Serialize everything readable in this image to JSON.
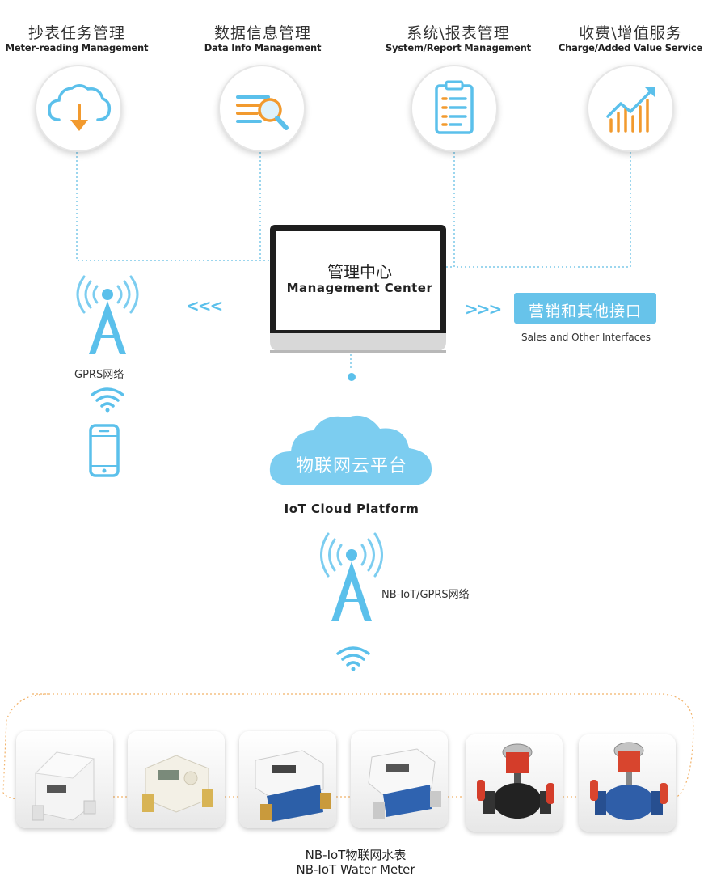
{
  "modules": [
    {
      "zh": "抄表任务管理",
      "en": "Meter-reading Management",
      "icon": "cloud-download-icon"
    },
    {
      "zh": "数据信息管理",
      "en": "Data Info Management",
      "icon": "data-search-icon"
    },
    {
      "zh": "系统\\报表管理",
      "en": "System/Report Management",
      "icon": "clipboard-report-icon"
    },
    {
      "zh": "收费\\增值服务",
      "en": "Charge/Added Value Service",
      "icon": "growth-chart-icon"
    }
  ],
  "center": {
    "zh": "管理中心",
    "en": "Management Center"
  },
  "left_arrows": "<<<",
  "right_arrows": ">>>",
  "interface": {
    "zh": "营销和其他接口",
    "en": "Sales and Other Interfaces"
  },
  "gprs": {
    "label": "GPRS网络"
  },
  "cloud": {
    "zh": "物联网云平台",
    "en": "IoT Cloud Platform"
  },
  "nb_network": {
    "label": "NB-IoT/GPRS网络"
  },
  "meters": {
    "zh": "NB-IoT物联网水表",
    "en": "NB-IoT Water Meter"
  },
  "colors": {
    "accent": "#5bc0eb",
    "orange": "#f29a2e",
    "dotted": "#7cc8e8",
    "interface_bg": "#67c3ea"
  }
}
